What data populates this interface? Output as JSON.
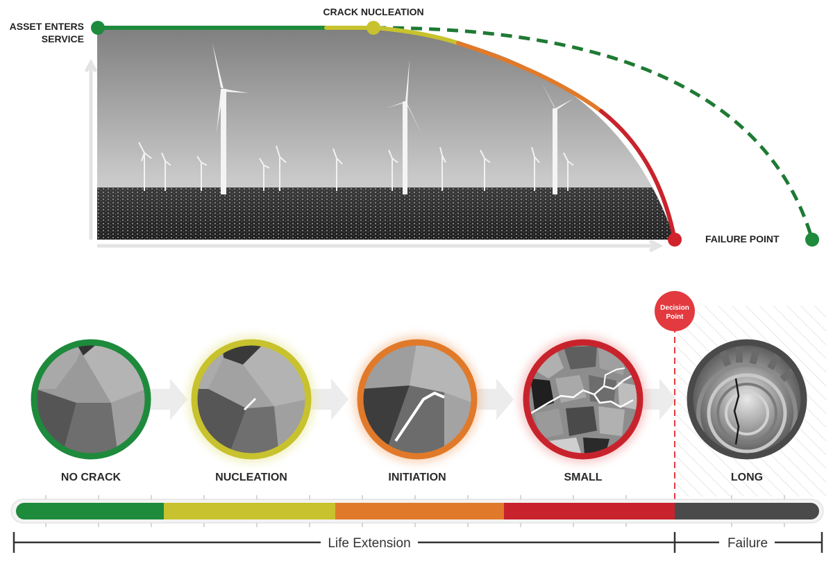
{
  "curve": {
    "start_label_line1": "ASSET ENTERS",
    "start_label_line2": "SERVICE",
    "nucleation_label": "CRACK NUCLEATION",
    "failure_label": "FAILURE POINT"
  },
  "decision": {
    "line1": "Decision",
    "line2": "Point"
  },
  "stages": [
    {
      "label": "NO CRACK",
      "color": "#1e8a3c"
    },
    {
      "label": "NUCLEATION",
      "color": "#c7c22d"
    },
    {
      "label": "INITIATION",
      "color": "#e07a2a"
    },
    {
      "label": "SMALL",
      "color": "#c8232c"
    },
    {
      "label": "LONG",
      "color": "#4a4a4a"
    }
  ],
  "bar_colors": [
    "#1e8a3c",
    "#c7c22d",
    "#e07a2a",
    "#c8232c",
    "#4a4a4a"
  ],
  "brackets": {
    "life_extension": "Life Extension",
    "failure": "Failure"
  },
  "colors": {
    "green": "#1e8a3c",
    "yellow": "#c7c22d",
    "orange": "#e07a2a",
    "red": "#c8232c",
    "decision_red": "#e23a3f",
    "gray": "#4a4a4a"
  }
}
